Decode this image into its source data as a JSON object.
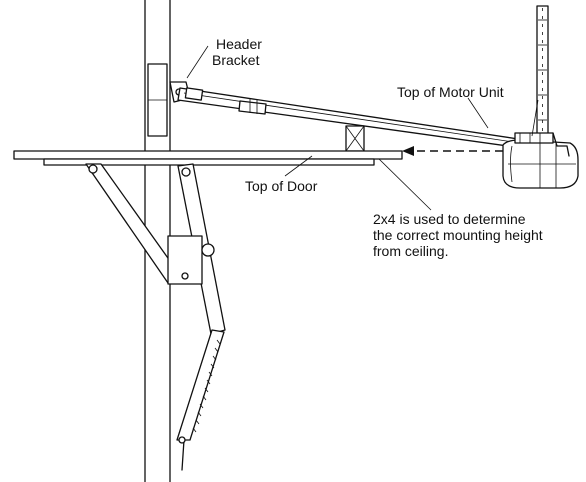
{
  "labels": {
    "header": "Header",
    "bracket": "Bracket",
    "motor": "Top of Motor Unit",
    "door": "Top of Door",
    "note_line1": "2x4 is used to determine",
    "note_line2": "the correct mounting height",
    "note_line3": "from ceiling."
  }
}
